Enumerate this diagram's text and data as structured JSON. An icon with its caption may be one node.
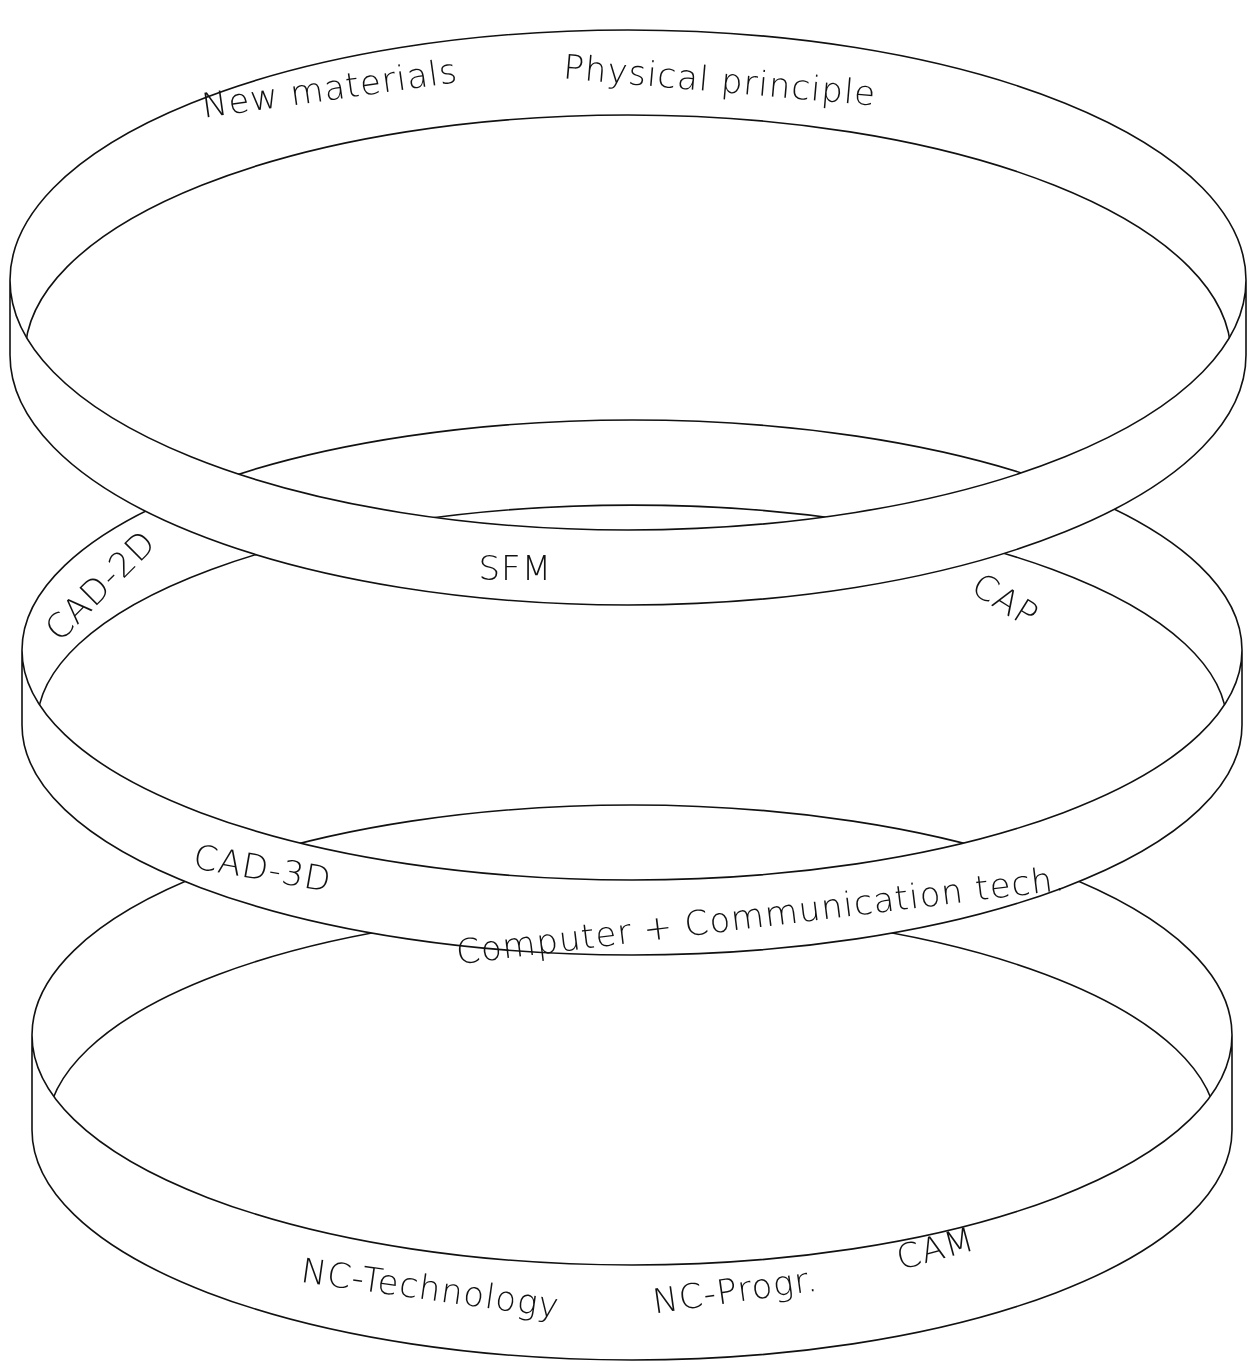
{
  "diagram": {
    "labels": [
      "New materials",
      "Physical principle",
      "CAD-2D",
      "SFM",
      "CAP",
      "CAD-3D",
      "Computer + Communication tech.",
      "NC-Technology",
      "NC-Progr.",
      "CAM"
    ]
  }
}
